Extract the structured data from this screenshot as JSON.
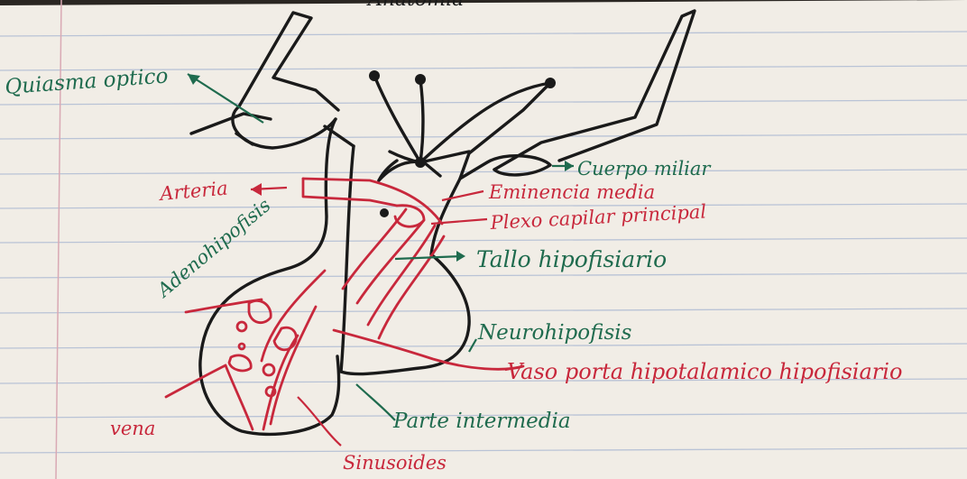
{
  "page_header": "Anatomia",
  "labels": {
    "quiasma": "Quiasma optico",
    "cuerpo": "Cuerpo miliar",
    "arteria": "Arteria",
    "eminencia": "Eminencia media",
    "plexo": "Plexo capilar principal",
    "adeno": "Adenohipofisis",
    "tallo": "Tallo hipofisiario",
    "neuro": "Neurohipofisis",
    "vaso": "Vaso porta hipotalamico hipofisiario",
    "vena": "vena",
    "parte": "Parte intermedia",
    "sinusoides": "Sinusoides"
  },
  "colors": {
    "paper": "#f1ede6",
    "rule": "#b9c3d6",
    "margin": "#d9a9b4",
    "ink_black": "#1a1a1a",
    "ink_red": "#c8283c",
    "ink_green": "#1f6b4e"
  }
}
